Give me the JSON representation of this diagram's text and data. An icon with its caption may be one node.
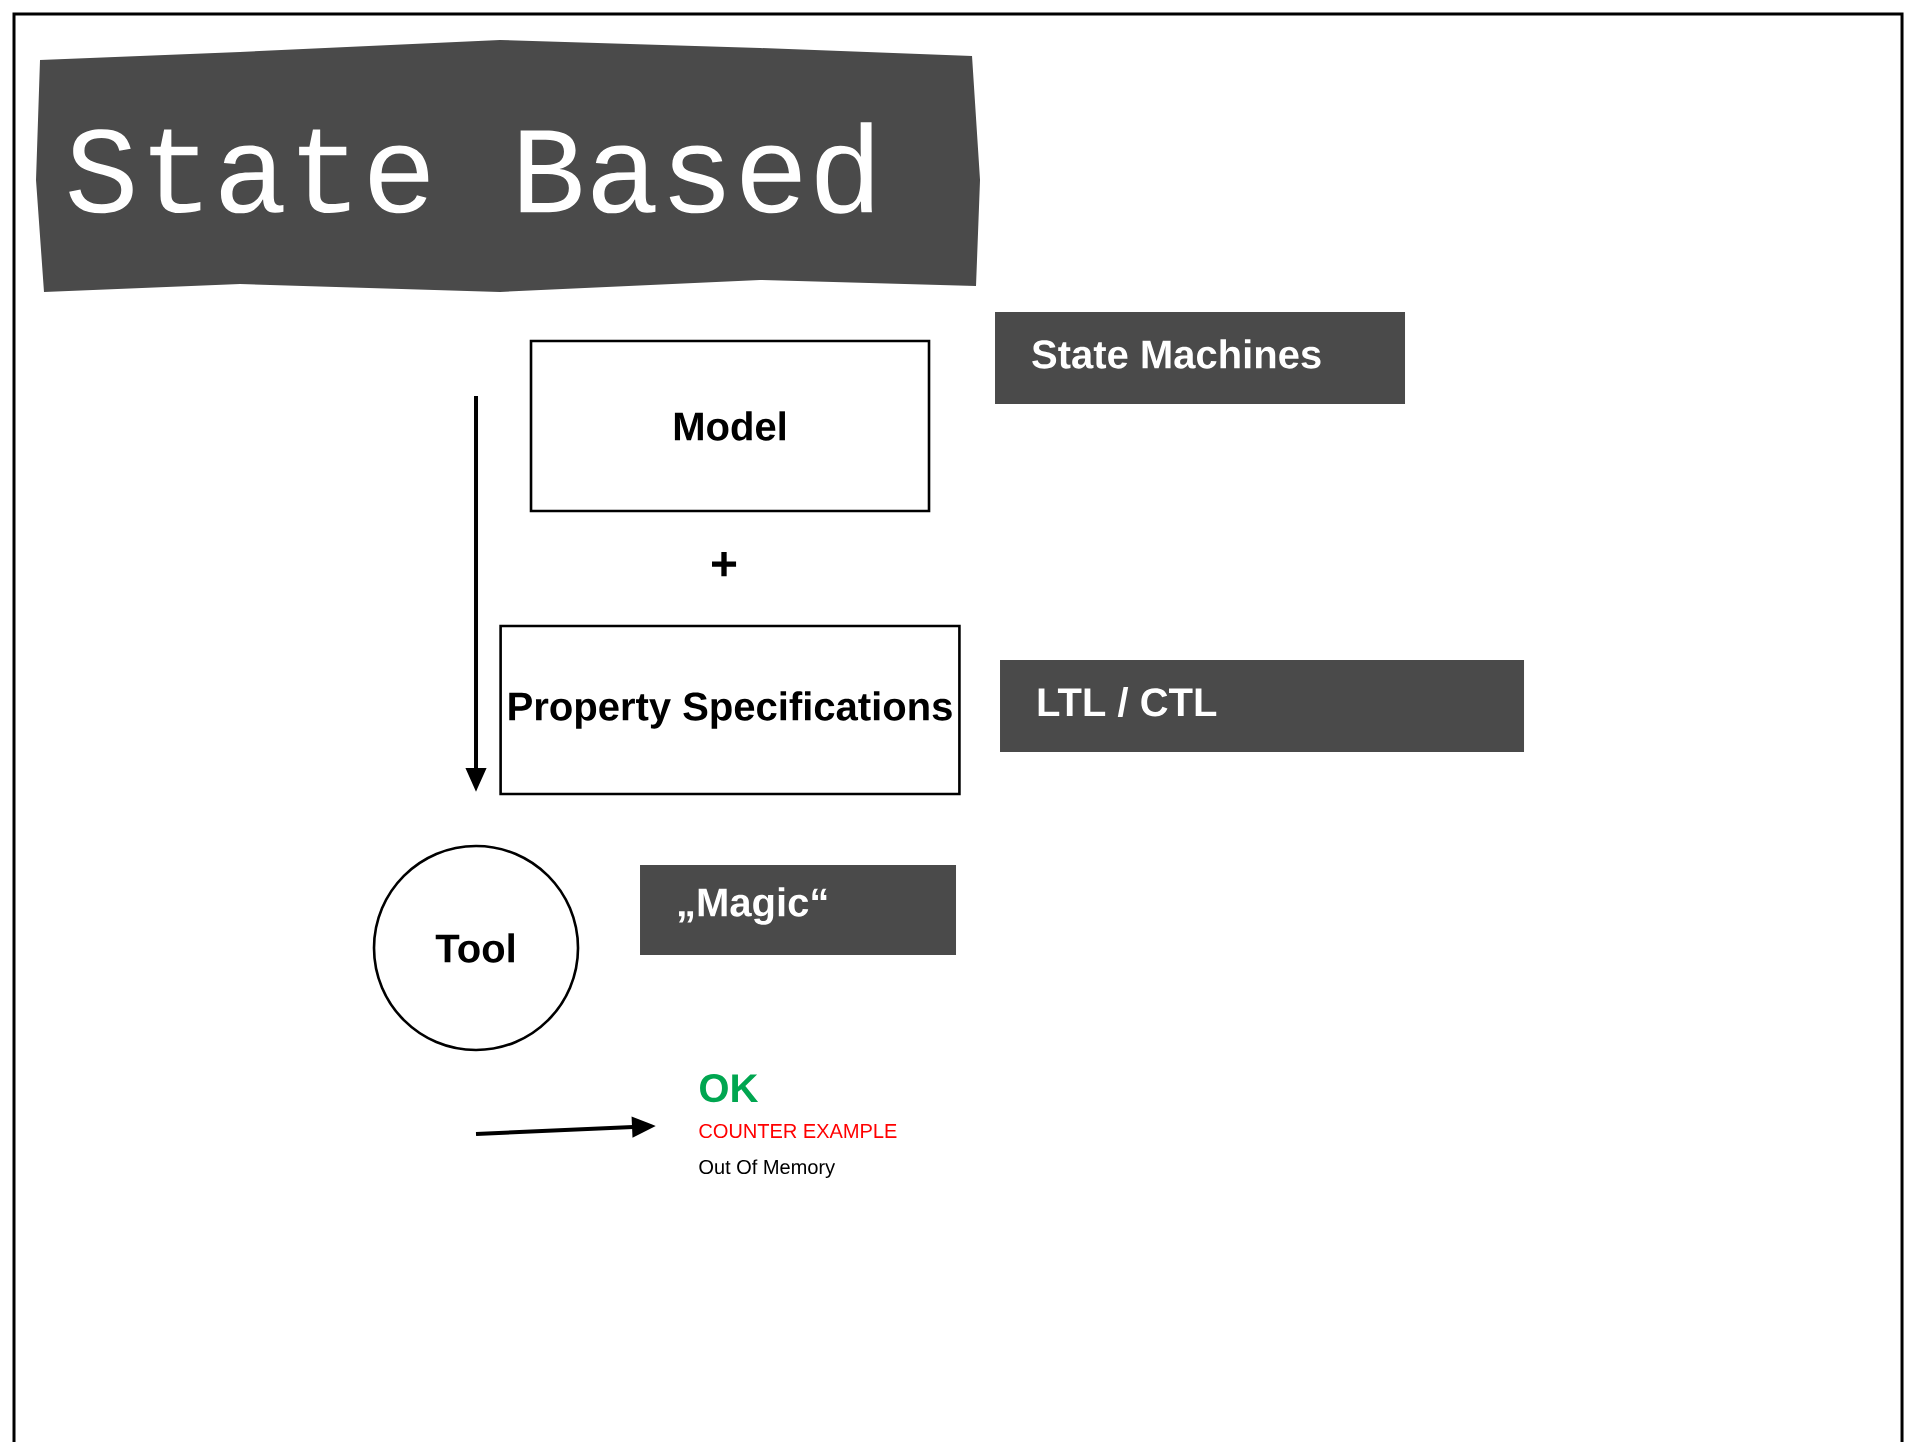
{
  "diagram": {
    "title": "State Based",
    "nodes": [
      {
        "text": [
          "Model"
        ]
      },
      {
        "text": [
          "Property Specifications"
        ]
      },
      {
        "text": [
          "Tool"
        ]
      },
      {
        "text": [
          "State Machines"
        ]
      },
      {
        "text": [
          "LTL / CTL"
        ]
      },
      {
        "text": [
          "„Magic“"
        ]
      },
      {
        "text": [
          "OK",
          "COUNTER EXAMPLE",
          "Out Of Memory"
        ]
      }
    ],
    "edges": [
      {
        "from": null,
        "to": 6,
        "arrow": "to"
      }
    ],
    "labels": [
      "+"
    ]
  }
}
